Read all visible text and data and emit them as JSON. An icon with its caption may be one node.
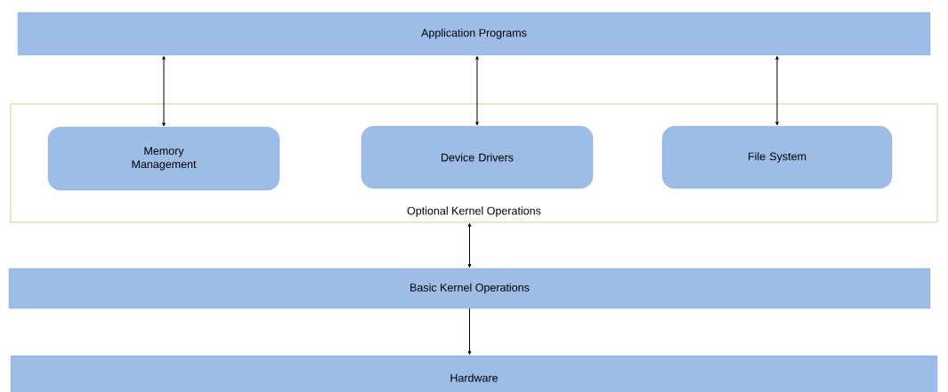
{
  "diagram": {
    "nodes": [
      {
        "text": [
          "Application Programs"
        ]
      },
      {
        "text": [
          "Optional Kernel Operations"
        ]
      },
      {
        "text": [
          "Memory Management"
        ],
        "in": 1
      },
      {
        "text": [
          "Device Drivers"
        ],
        "in": 1
      },
      {
        "text": [
          "File System"
        ],
        "in": 1
      },
      {
        "text": [
          "Basic Kernel Operations"
        ]
      },
      {
        "text": [
          "Hardware"
        ]
      }
    ],
    "edges": [
      {
        "from": 0,
        "to": 2,
        "arrow": "both"
      },
      {
        "from": 0,
        "to": 3,
        "arrow": "both"
      },
      {
        "from": 0,
        "to": 4,
        "arrow": "both"
      },
      {
        "from": 1,
        "to": 5,
        "arrow": "both"
      },
      {
        "from": 5,
        "to": 6,
        "arrow": "to"
      }
    ]
  }
}
